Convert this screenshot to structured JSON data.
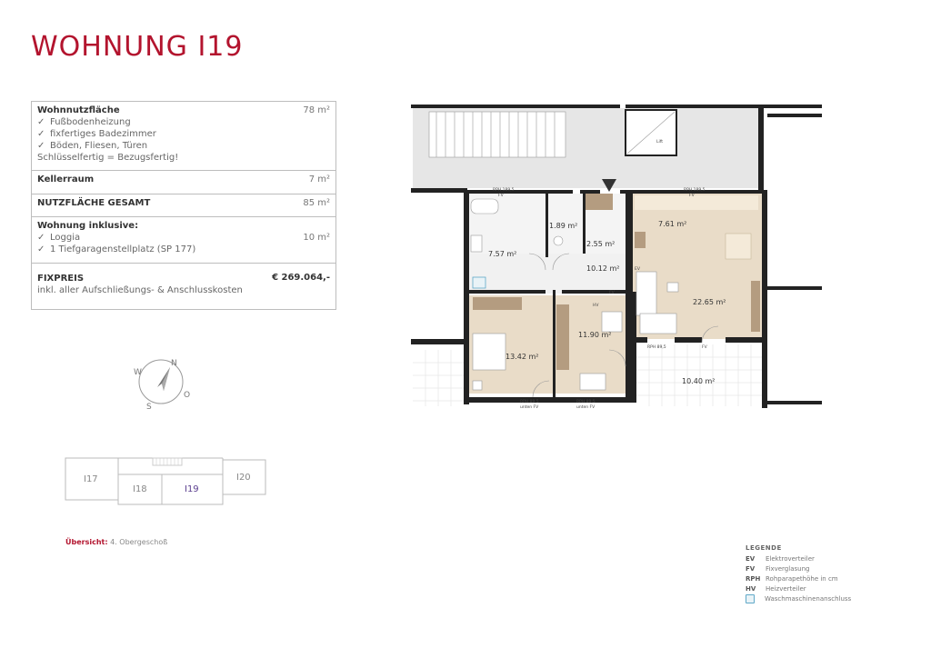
{
  "title": "WOHNUNG I19",
  "specs": {
    "wohnnutzflaeche": {
      "label": "Wohnnutzfläche",
      "value": "78 m²",
      "features": [
        "Fußbodenheizung",
        "fixfertiges Badezimmer",
        "Böden, Fliesen, Türen"
      ],
      "note": "Schlüsselfertig = Bezugsfertig!"
    },
    "kellerraum": {
      "label": "Kellerraum",
      "value": "7 m²"
    },
    "nutzflaeche_gesamt": {
      "label": "NUTZFLÄCHE GESAMT",
      "value": "85 m²"
    },
    "inklusive": {
      "label": "Wohnung inklusive:",
      "items": [
        "Loggia",
        "1 Tiefgaragenstellplatz (SP 177)"
      ],
      "loggia_value": "10 m²"
    },
    "fixpreis": {
      "label": "FIXPREIS",
      "note": "inkl. aller Aufschließungs- & Anschlusskosten",
      "price": "€ 269.064,-"
    },
    "check_mark": "✓"
  },
  "compass": {
    "n": "N",
    "s": "S",
    "w": "W",
    "o": "O"
  },
  "overview": {
    "units": [
      "I17",
      "I18",
      "I19",
      "I20"
    ],
    "highlight_color": "#5b3f8f",
    "caption_label": "Übersicht:",
    "caption_value": "4. Obergeschoß"
  },
  "floorplan": {
    "rooms": {
      "bad": "7.57 m²",
      "wc": "1.89 m²",
      "abstell": "2.55 m²",
      "vorraum": "10.12 m²",
      "kueche": "7.61 m²",
      "wohnen": "22.65 m²",
      "zimmer1": "13.42 m²",
      "zimmer2": "11.90 m²",
      "loggia": "10.40 m²"
    },
    "notes": {
      "rph1": "RPH 189,5",
      "fv1": "FV",
      "rph2": "RPH 189,5",
      "fv2": "FV",
      "ev": "EV",
      "hv": "HV",
      "fv3": "FV",
      "rph3": "RPH 89,5",
      "fv4": "FV",
      "rph4": "RPH 89,5",
      "unten_fv1": "unten FV",
      "rph5": "RPH 89,5",
      "unten_fv2": "unten FV",
      "lift": "Lift"
    }
  },
  "legend": {
    "title": "LEGENDE",
    "entries": [
      {
        "key": "EV",
        "text": "Elektroverteiler"
      },
      {
        "key": "FV",
        "text": "Fixverglasung"
      },
      {
        "key": "RPH",
        "text": "Rohparapethöhe in cm"
      },
      {
        "key": "HV",
        "text": "Heizverteiler"
      }
    ],
    "wm_text": "Waschmaschinenanschluss"
  }
}
